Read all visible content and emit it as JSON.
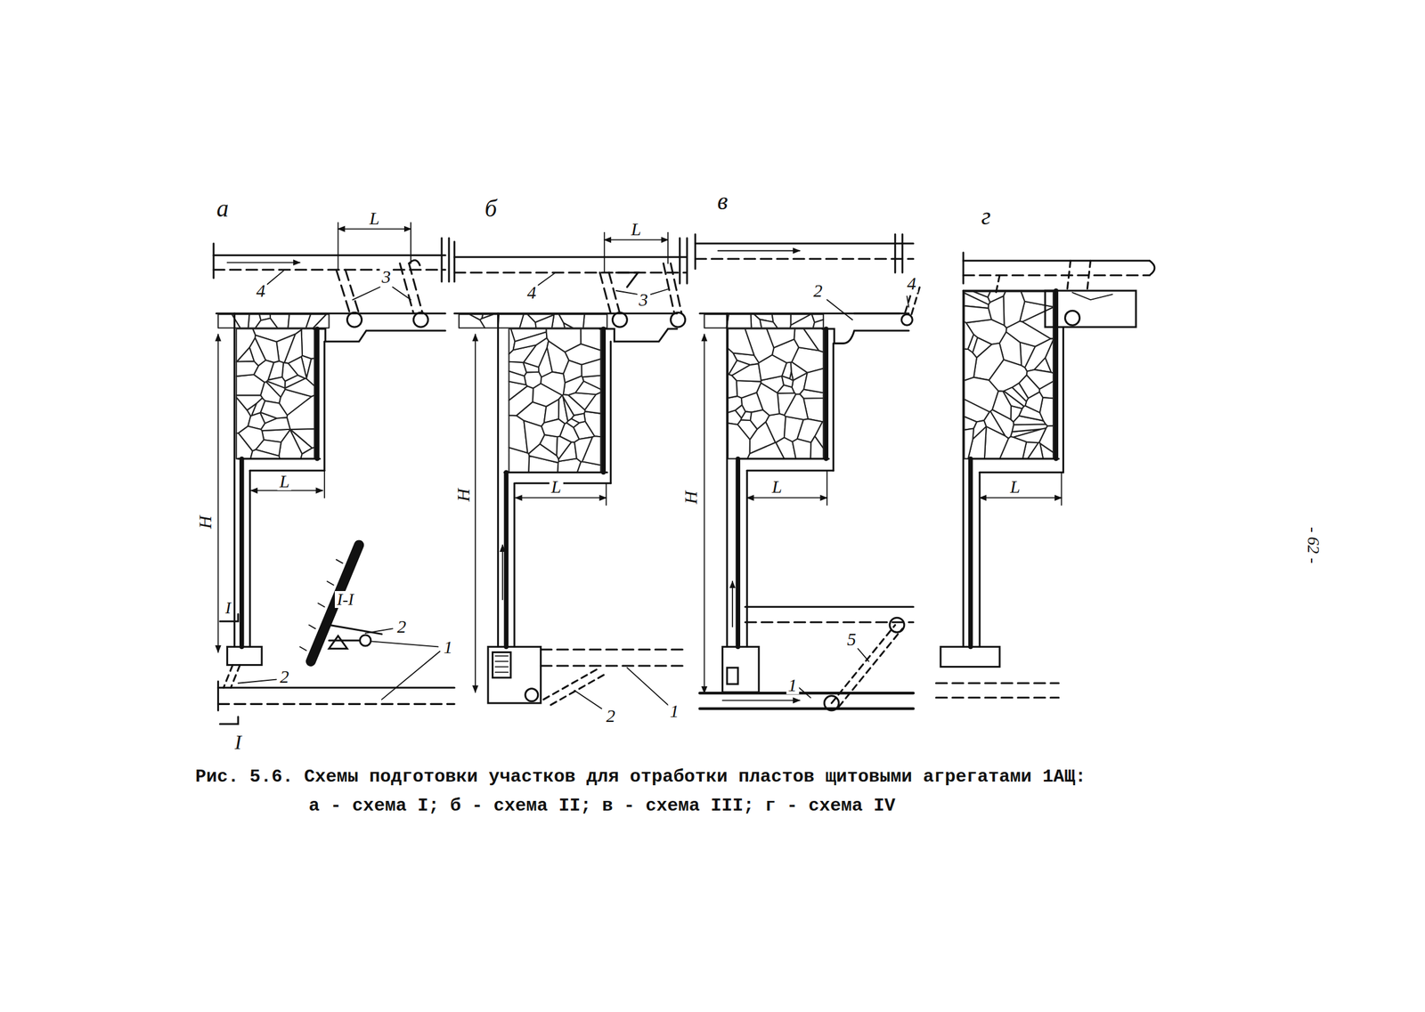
{
  "diagram": {
    "caption": "Рис. 5.6. Схемы подготовки участков для отработки пластов щитовыми агрегатами 1АЩ: а - схема I; б - схема II; в - схема III; г - схема IV",
    "labels": [
      "а",
      "L",
      "4",
      "3",
      "H",
      "L",
      "I-I",
      "2",
      "1",
      "I",
      "2",
      "I",
      "б",
      "L",
      "4",
      "3",
      "H",
      "L",
      "2",
      "1",
      "в",
      "2",
      "4",
      "H",
      "L",
      "1",
      "5",
      "г",
      "L",
      "- 62 -"
    ]
  }
}
